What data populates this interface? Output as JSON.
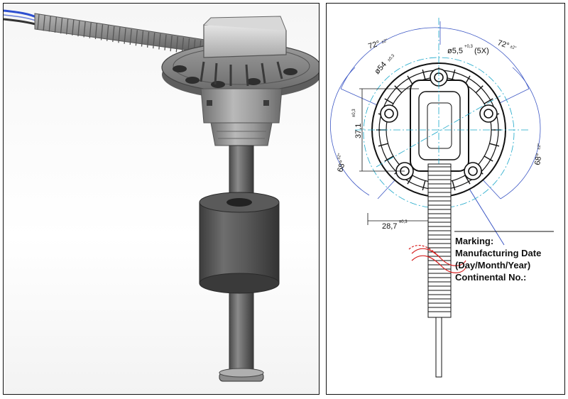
{
  "drawing": {
    "dimensions": {
      "angle_top_left": "72°",
      "angle_top_left_tol": "±2°",
      "angle_top_right": "72°",
      "angle_top_right_tol": "±2°",
      "hole_diameter": "ø5,5",
      "hole_diameter_tol": "+0,3",
      "hole_count": "(5X)",
      "bolt_circle": "ø54",
      "bolt_circle_tol": "±0,3",
      "height_offset": "37,1",
      "height_offset_tol": "±0,3",
      "angle_left": "68°",
      "angle_left_tol": "±2°",
      "angle_right": "68°",
      "angle_right_tol": "±2°",
      "width_offset": "28,7",
      "width_offset_tol": "±0,3"
    },
    "marking": {
      "line1": "Marking:",
      "line2": "Manufacturing Date",
      "line3": "(Day/Month/Year)",
      "line4": "Continental No.:"
    }
  },
  "colors": {
    "cable_blue": "#2d4fd0",
    "dim_blue": "#3b56c4",
    "centerline_cyan": "#1aa7c9",
    "break_red": "#d62020"
  }
}
